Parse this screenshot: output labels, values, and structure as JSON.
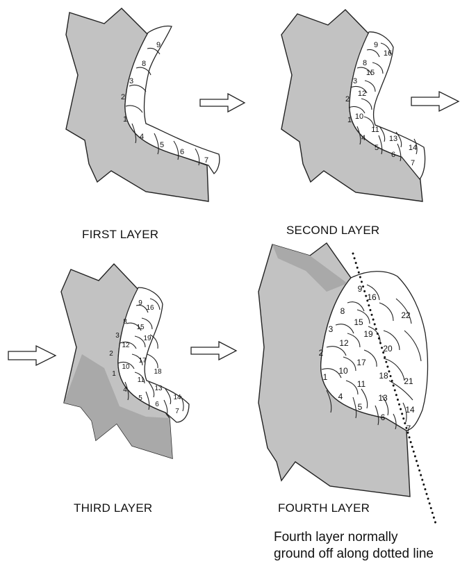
{
  "panels": [
    {
      "id": "first",
      "label": "FIRST LAYER",
      "bead_labels": [
        "1",
        "2",
        "3",
        "4",
        "5",
        "6",
        "7",
        "8",
        "9"
      ]
    },
    {
      "id": "second",
      "label": "SECOND LAYER",
      "bead_labels": [
        "1",
        "2",
        "3",
        "4",
        "5",
        "6",
        "7",
        "8",
        "9",
        "10",
        "11",
        "12",
        "13",
        "14",
        "15",
        "16"
      ]
    },
    {
      "id": "third",
      "label": "THIRD LAYER",
      "bead_labels": [
        "1",
        "2",
        "3",
        "4",
        "5",
        "6",
        "7",
        "8",
        "9",
        "10",
        "11",
        "12",
        "13",
        "14",
        "15",
        "16",
        "17",
        "18",
        "19"
      ]
    },
    {
      "id": "fourth",
      "label": "FOURTH LAYER",
      "bead_labels": [
        "1",
        "2",
        "3",
        "4",
        "5",
        "6",
        "7",
        "8",
        "9",
        "10",
        "11",
        "12",
        "13",
        "14",
        "15",
        "16",
        "17",
        "18",
        "19",
        "20",
        "21",
        "22"
      ]
    }
  ],
  "note": {
    "line1": "Fourth layer normally",
    "line2": "ground off along dotted line"
  },
  "colors": {
    "base_metal": "#c2c2c2",
    "base_metal_dark": "#a9a9a9",
    "outline": "#222222",
    "bead_fill": "#ffffff",
    "arrow_fill": "#ffffff"
  },
  "icons": [
    "arrow-right-icon"
  ]
}
